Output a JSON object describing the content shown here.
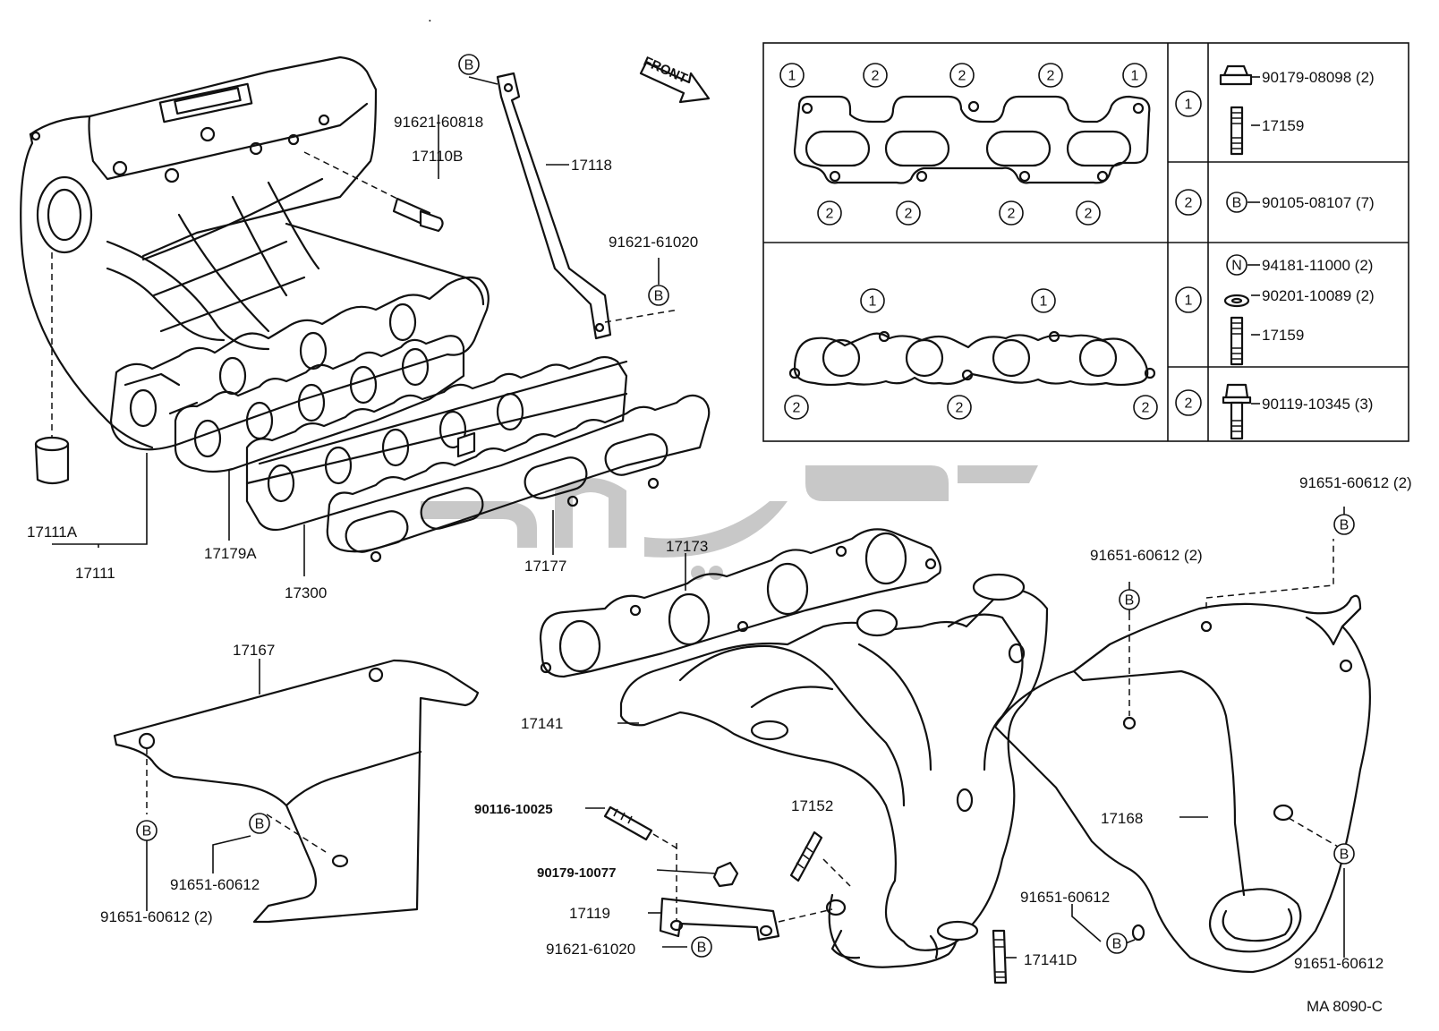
{
  "legend": {
    "row1_markers": [
      "①",
      "②",
      "②",
      "②",
      "①"
    ],
    "row1_bottom_markers": [
      "②",
      "②",
      "②",
      "②"
    ],
    "row2_top_markers": [
      "①",
      "①"
    ],
    "row2_bottom_markers": [
      "②",
      "②",
      "②"
    ],
    "keys": [
      {
        "marker": "①",
        "items": [
          {
            "symbol": "",
            "code": "90179-08098 (2)"
          },
          {
            "symbol": "",
            "code": "17159"
          }
        ]
      },
      {
        "marker": "②",
        "items": [
          {
            "symbol": "B",
            "code": "90105-08107 (7)"
          }
        ]
      },
      {
        "marker": "①",
        "items": [
          {
            "symbol": "N",
            "code": "94181-11000 (2)"
          },
          {
            "symbol": "",
            "code": "90201-10089 (2)"
          },
          {
            "symbol": "",
            "code": "17159"
          }
        ]
      },
      {
        "marker": "②",
        "items": [
          {
            "symbol": "",
            "code": "90119-10345 (3)"
          }
        ]
      }
    ]
  },
  "front_label": "FRONT",
  "labels": {
    "p91621_60818": "91621-60818",
    "p17110B": "17110B",
    "p17118": "17118",
    "p91621_61020_top": "91621-61020",
    "p17111A": "17111A",
    "p17111": "17111",
    "p17179A": "17179A",
    "p17300": "17300",
    "p17177": "17177",
    "p17173": "17173",
    "p17167": "17167",
    "p17141": "17141",
    "p91651_60612_2_right": "91651-60612 (2)",
    "p91651_60612_2_mid": "91651-60612 (2)",
    "p90116_10025": "90116-10025",
    "p17152": "17152",
    "p90179_10077": "90179-10077",
    "p17119": "17119",
    "p91621_61020_bot": "91621-61020",
    "p17141D": "17141D",
    "p17168": "17168",
    "p91651_60612_mid": "91651-60612",
    "p91651_60612_right": "91651-60612",
    "p91651_60612_left": "91651-60612",
    "p91651_60612_2_left": "91651-60612 (2)"
  },
  "b_marker": "B",
  "footer_code": "MA  8090-C",
  "watermark_text": "كلوبار"
}
